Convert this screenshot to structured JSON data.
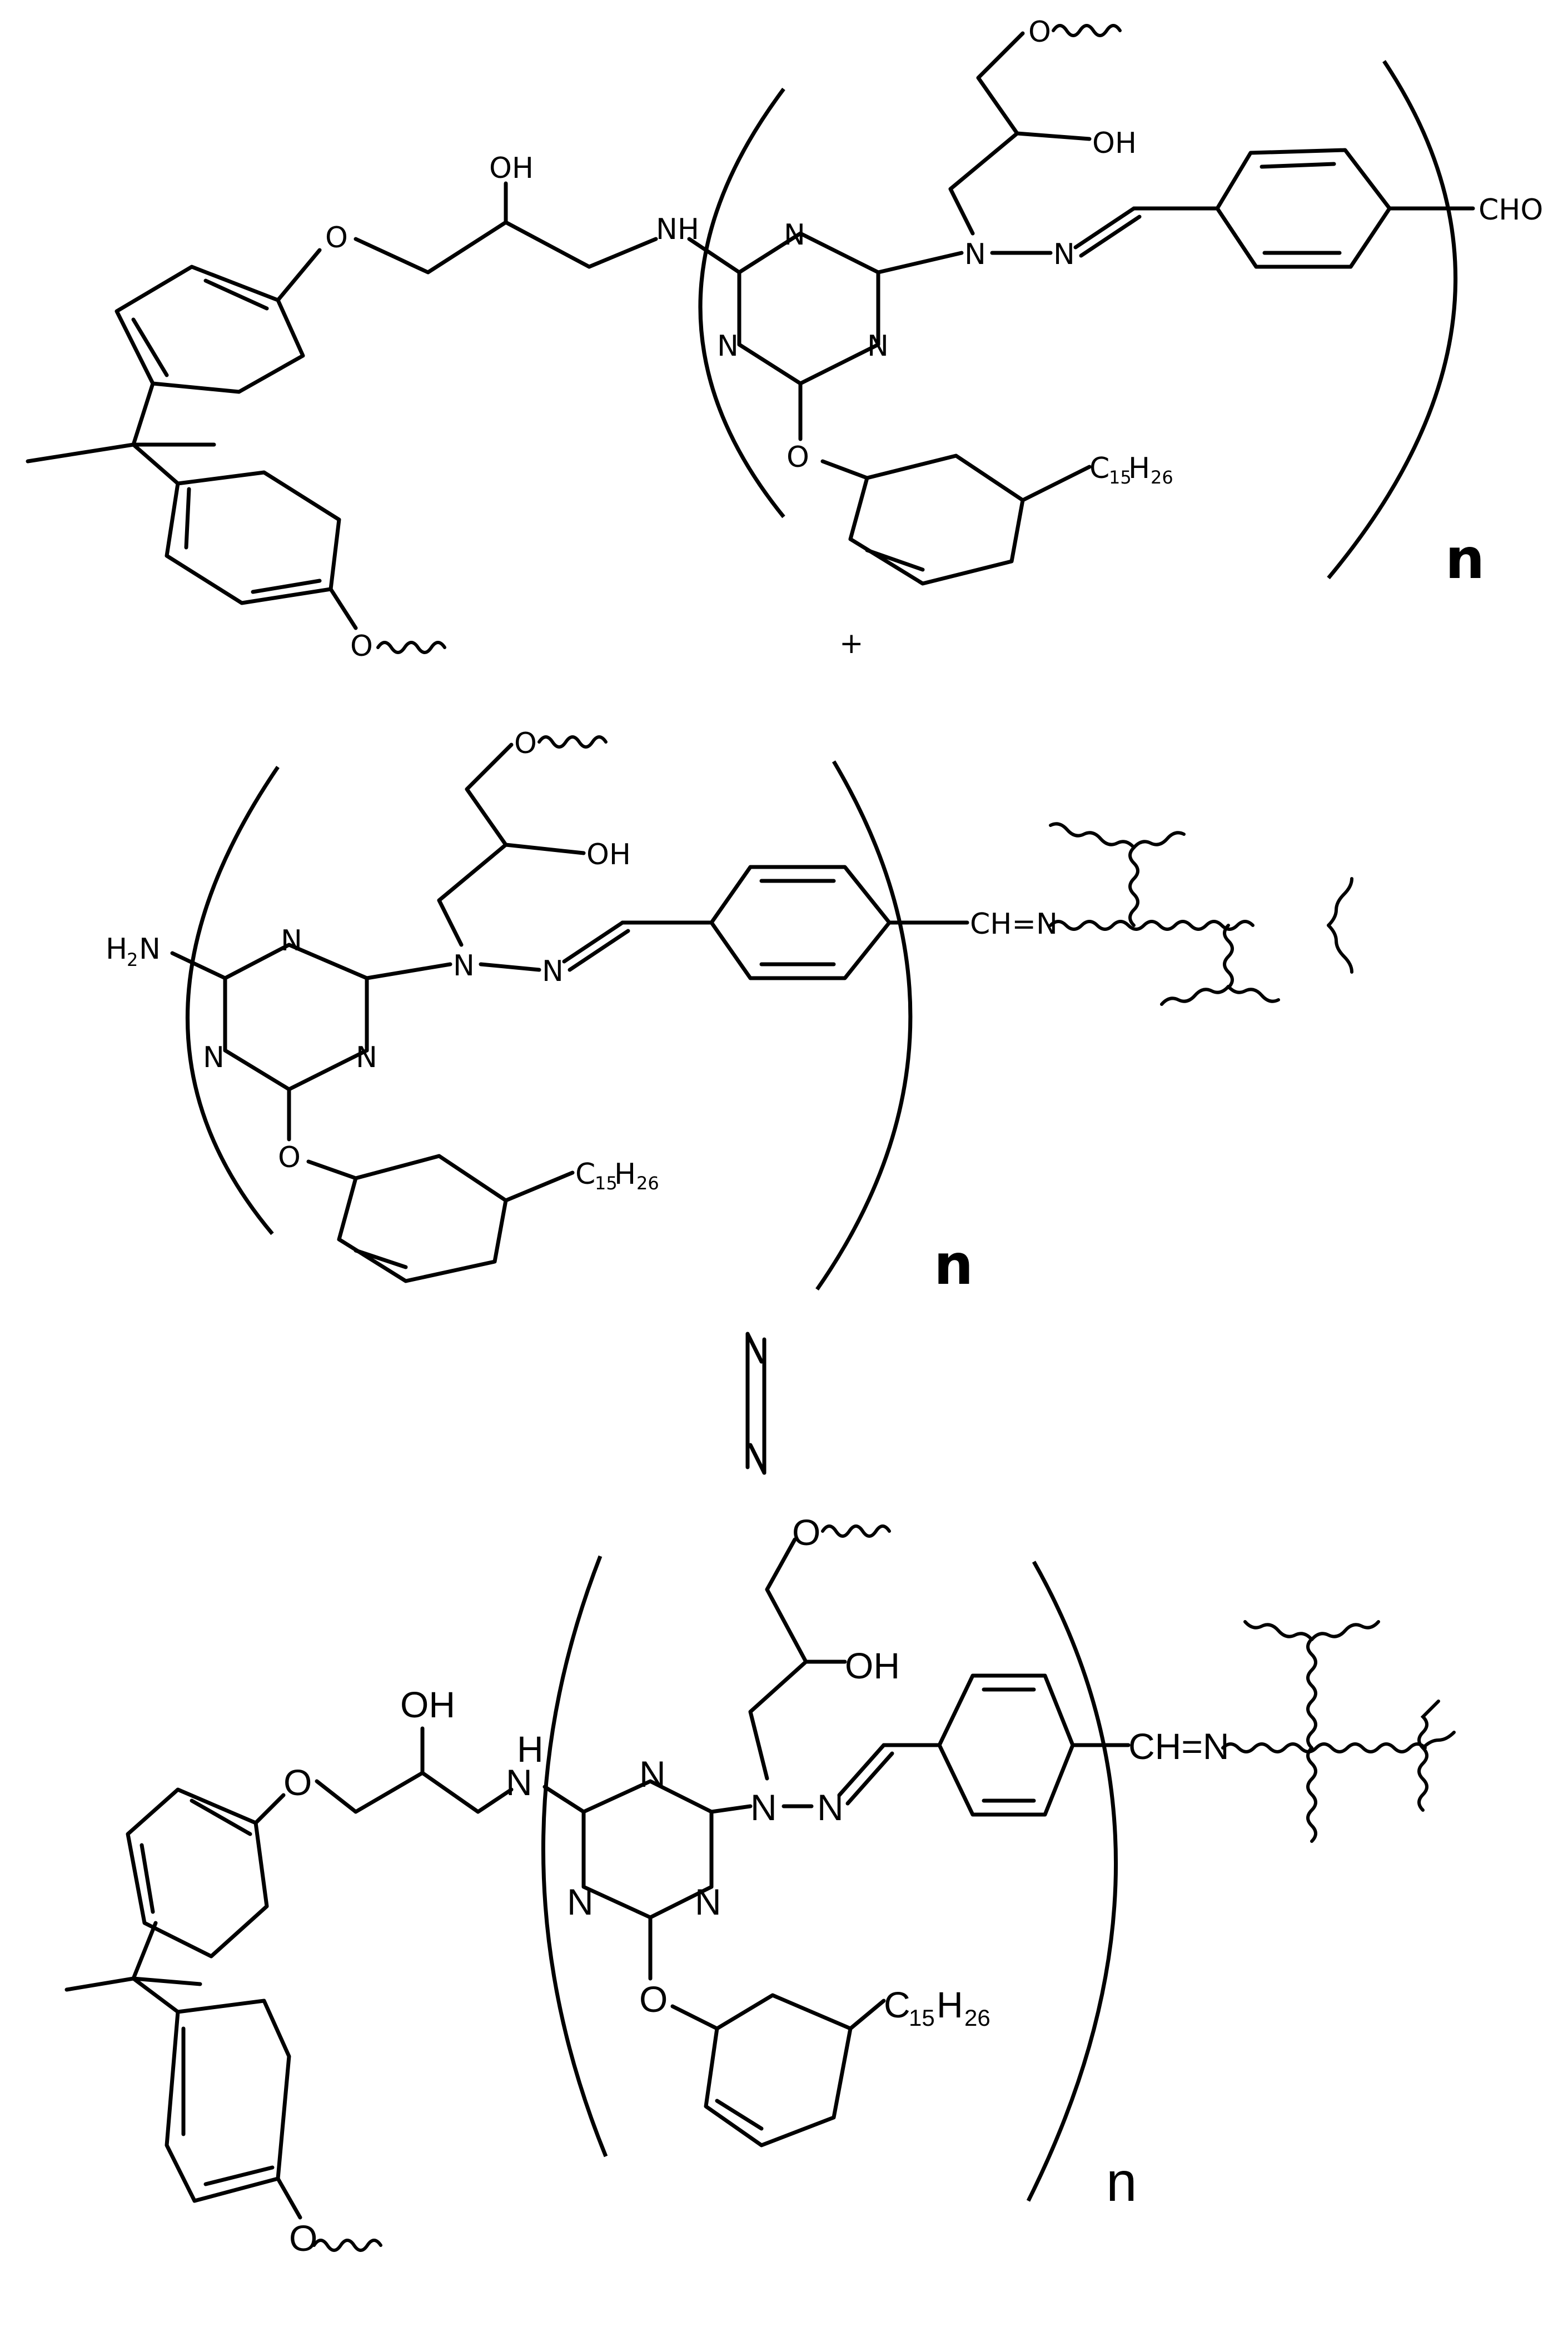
{
  "labels": {
    "oh": "OH",
    "o": "O",
    "nh": "NH",
    "h": "H",
    "n": "N",
    "cho": "CHO",
    "h2": "H",
    "h2_sub": "2",
    "amine_n": "N",
    "c": "C",
    "c_sub": "15",
    "h_letter": "H",
    "h_sub": "26",
    "imine": "CH=N",
    "plus": "+",
    "repeat_n": "n"
  },
  "colors": {
    "ink": "#000000",
    "background": "#ffffff"
  },
  "icons": {
    "equilibrium": "equilibrium-half-arrows-icon",
    "polymer_network": "wavy-crosslinked-network-icon"
  }
}
